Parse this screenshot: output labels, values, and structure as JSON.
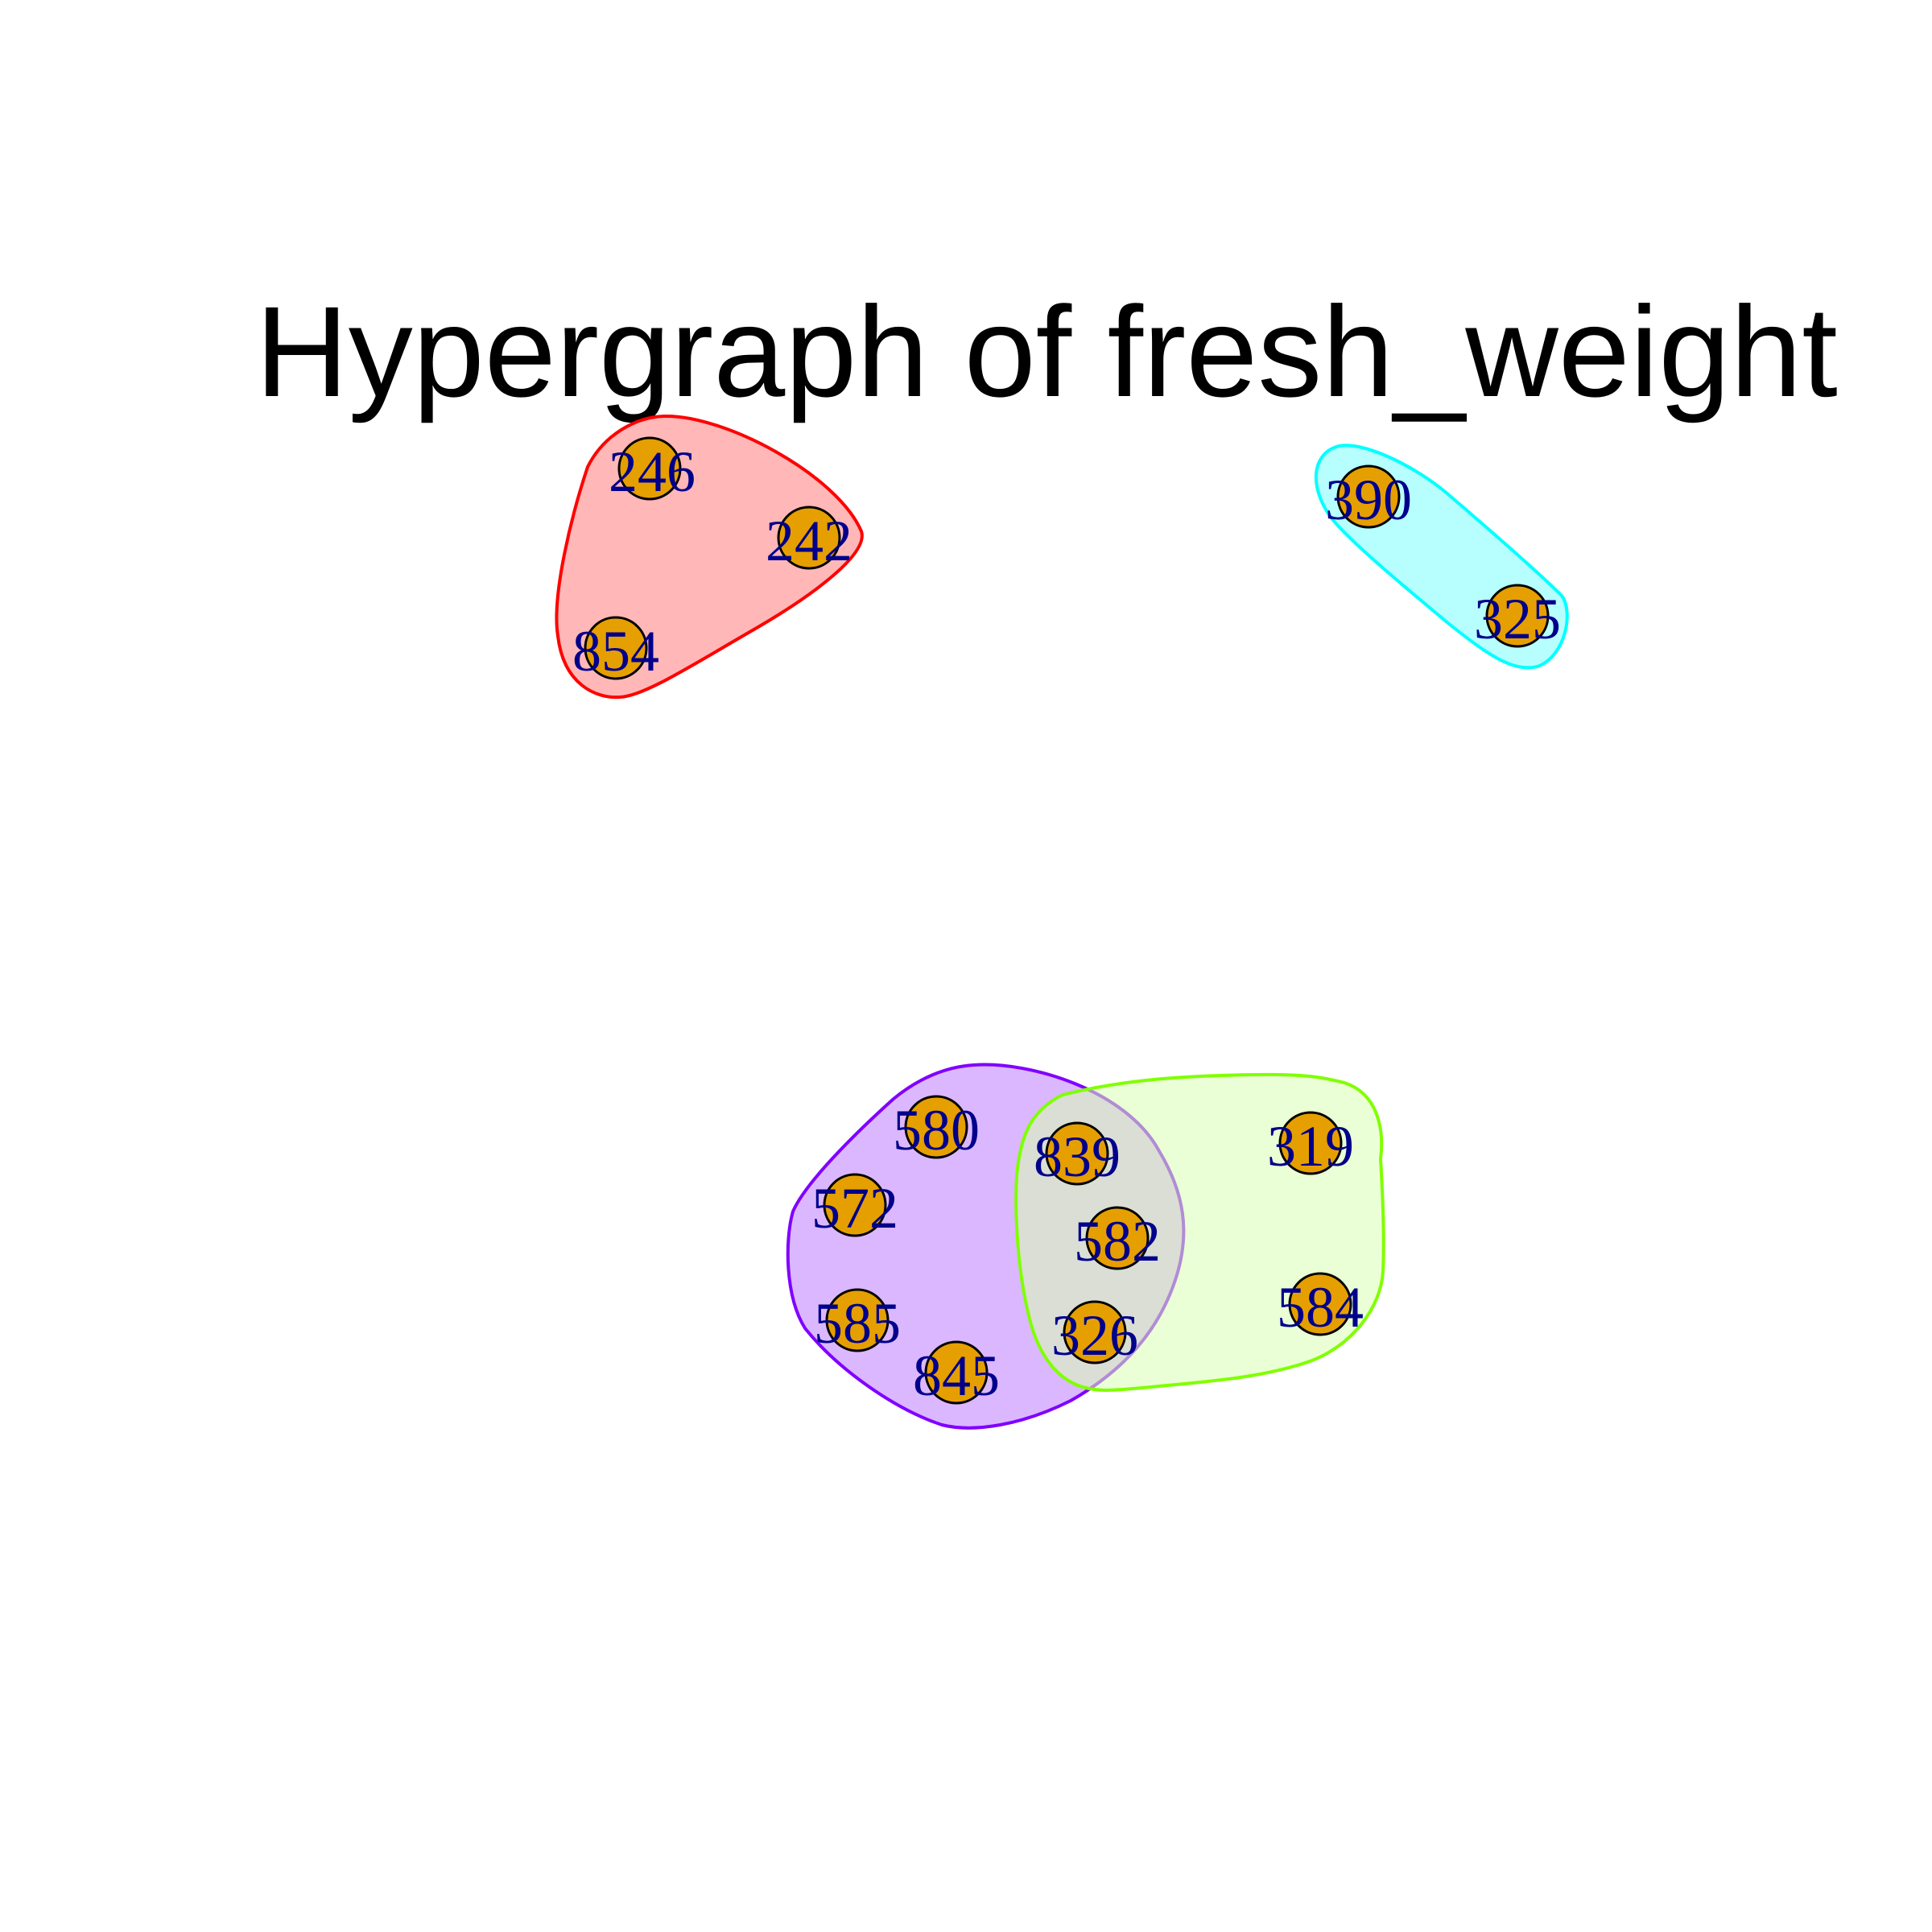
{
  "title": "Hypergraph of fresh_weight",
  "colors": {
    "vertex_fill": "#e69f00",
    "vertex_stroke": "#000000",
    "label": "#00008b"
  },
  "hyperedges": [
    {
      "id": "red",
      "stroke": "#ff0000",
      "fill": "#ffb3b3",
      "vertices": [
        "246",
        "242",
        "854"
      ]
    },
    {
      "id": "cyan",
      "stroke": "#00ffff",
      "fill": "#b3ffff",
      "vertices": [
        "390",
        "325"
      ]
    },
    {
      "id": "purple",
      "stroke": "#8000ff",
      "fill": "#d9b3ff",
      "vertices": [
        "580",
        "572",
        "585",
        "845",
        "839",
        "582",
        "326"
      ]
    },
    {
      "id": "green",
      "stroke": "#80ff00",
      "fill": "#d9ffb3",
      "vertices": [
        "839",
        "582",
        "326",
        "319",
        "584"
      ]
    }
  ],
  "vertices": [
    "246",
    "242",
    "854",
    "390",
    "325",
    "580",
    "572",
    "585",
    "845",
    "839",
    "582",
    "326",
    "319",
    "584"
  ]
}
